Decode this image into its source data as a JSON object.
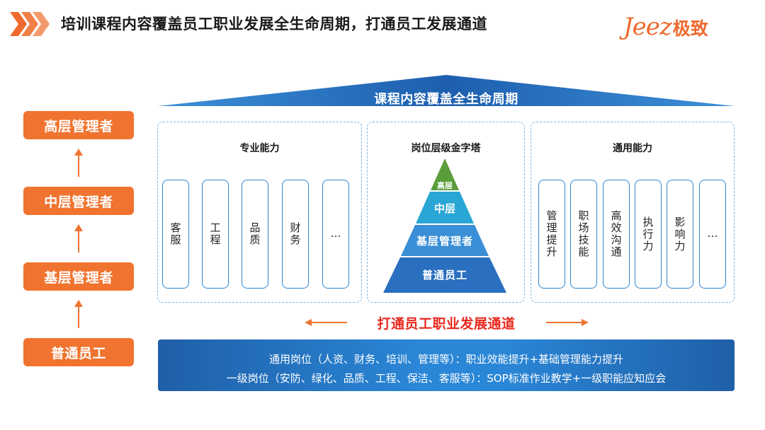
{
  "header": {
    "title": "培训课程内容覆盖员工职业发展全生命周期，打通员工发展通道",
    "logo_latin": "Jeez",
    "logo_cn": "极致"
  },
  "ladder": [
    "高层管理者",
    "中层管理者",
    "基层管理者",
    "普通员工"
  ],
  "roof_label": "课程内容覆盖全生命周期",
  "professional": {
    "title": "专业能力",
    "items": [
      "客服",
      "工程",
      "品质",
      "财务",
      "…"
    ]
  },
  "pyramid": {
    "title": "岗位层级金字塔",
    "levels": [
      "高层",
      "中层",
      "基层管理者",
      "普通员工"
    ]
  },
  "general": {
    "title": "通用能力",
    "items": [
      "管理提升",
      "职场技能",
      "高效沟通",
      "执行力",
      "影响力",
      "…"
    ]
  },
  "channel_label": "打通员工职业发展通道",
  "band": {
    "line1": "通用岗位（人资、财务、培训、管理等）：职业效能提升+基础管理能力提升",
    "line2": "一级岗位（安防、绿化、品质、工程、保洁、客服等）：SOP标准作业教学+一级职能应知应会"
  },
  "colors": {
    "orange": "#f0742f",
    "blue_dark": "#1f5fa8",
    "blue_light": "#2a86d6",
    "red": "#e8281e",
    "green": "#5a9e3c"
  }
}
